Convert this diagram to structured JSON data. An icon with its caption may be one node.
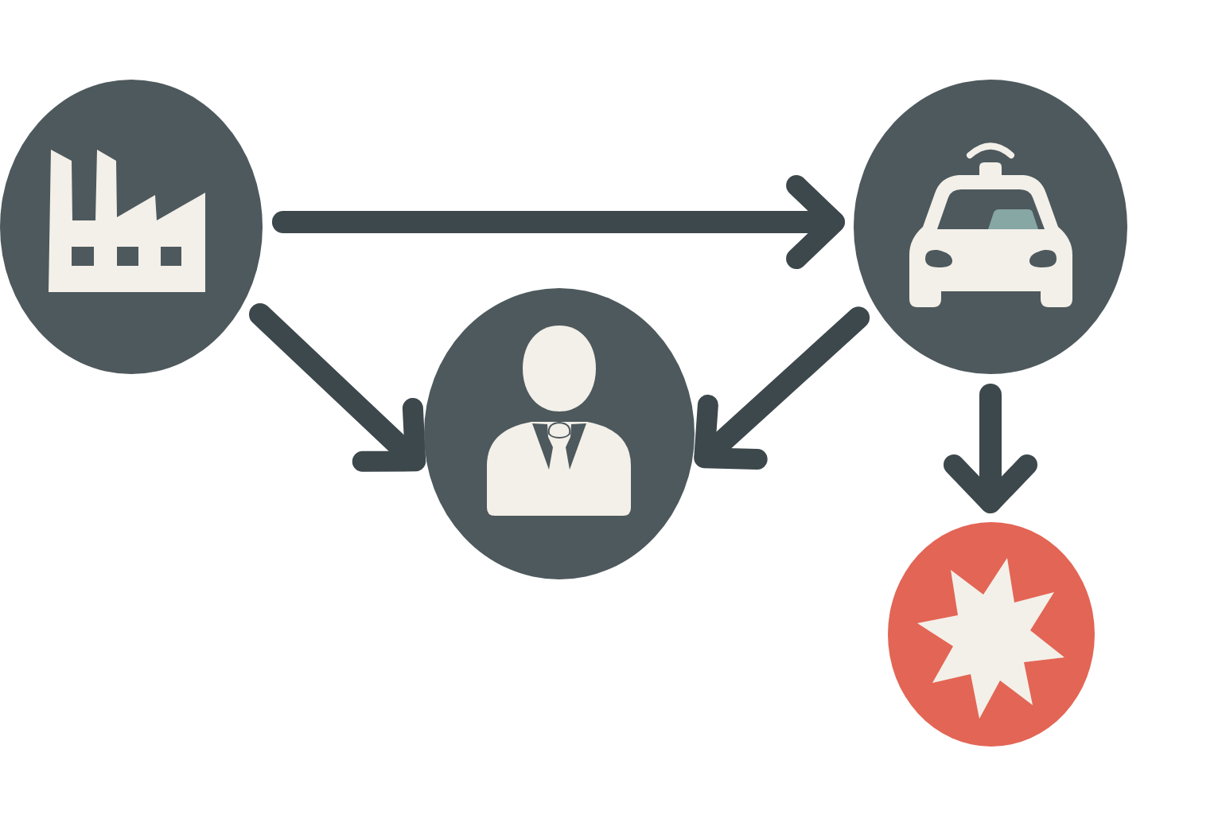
{
  "diagram": {
    "nodes": [
      {
        "text": [],
        "shape": "circle"
      },
      {
        "text": [],
        "shape": "circle"
      },
      {
        "text": [],
        "shape": "circle"
      },
      {
        "text": [],
        "shape": "circle"
      }
    ],
    "edges": [
      {
        "from": 0,
        "to": 2,
        "arrow": "to"
      },
      {
        "from": 0,
        "to": 1,
        "arrow": "to"
      },
      {
        "from": 2,
        "to": 1,
        "arrow": "to"
      },
      {
        "from": 2,
        "to": 3,
        "arrow": "to"
      }
    ]
  }
}
